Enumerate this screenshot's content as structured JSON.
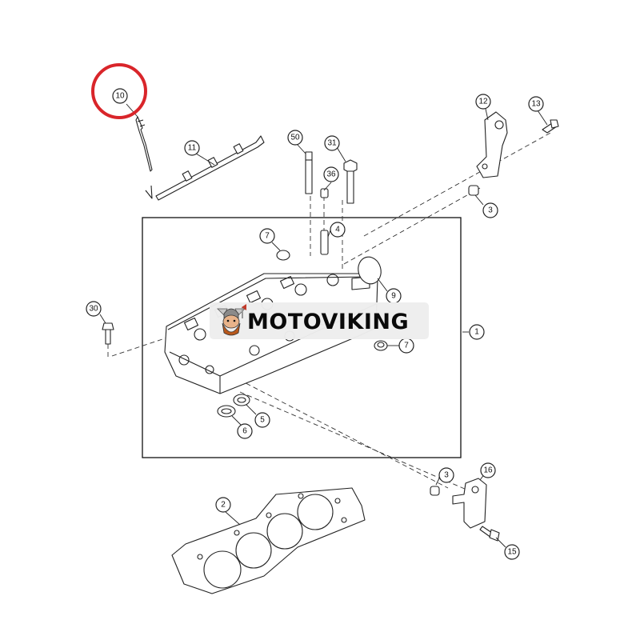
{
  "callouts": {
    "c10": "10",
    "c11": "11",
    "c50": "50",
    "c31": "31",
    "c36": "36",
    "c12": "12",
    "c13": "13",
    "c3a": "3",
    "c4": "4",
    "c7a": "7",
    "c9": "9",
    "c30": "30",
    "c1": "1",
    "c7b": "7",
    "c5": "5",
    "c6": "6",
    "c3b": "3",
    "c16": "16",
    "c2": "2",
    "c15": "15"
  },
  "brand": {
    "text": "MOTOVIKING"
  },
  "colors": {
    "highlight_ring": "#d9252a",
    "brand_badge_bg": "#ededed",
    "viking_accent": "#b8581c"
  }
}
